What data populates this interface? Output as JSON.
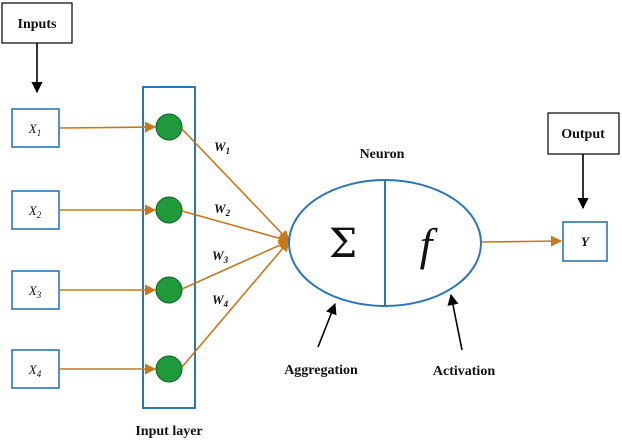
{
  "labels": {
    "inputs": "Inputs",
    "output": "Output",
    "neuron": "Neuron",
    "input_layer": "Input layer",
    "aggregation": "Aggregation",
    "activation": "Activation",
    "y": "Y"
  },
  "inputs": [
    {
      "symbol": "X",
      "index": "1"
    },
    {
      "symbol": "X",
      "index": "2"
    },
    {
      "symbol": "X",
      "index": "3"
    },
    {
      "symbol": "X",
      "index": "4"
    }
  ],
  "weights": [
    {
      "symbol": "W",
      "index": "1"
    },
    {
      "symbol": "W",
      "index": "2"
    },
    {
      "symbol": "W",
      "index": "3"
    },
    {
      "symbol": "W",
      "index": "4"
    }
  ],
  "neuron_symbols": {
    "aggregation": "Σ",
    "activation": "f"
  },
  "colors": {
    "box_stroke": "#2e75b6",
    "arrow": "#c5781c",
    "node_fill": "#1f9a3a",
    "node_stroke": "#0f5c22",
    "black": "#000000"
  }
}
